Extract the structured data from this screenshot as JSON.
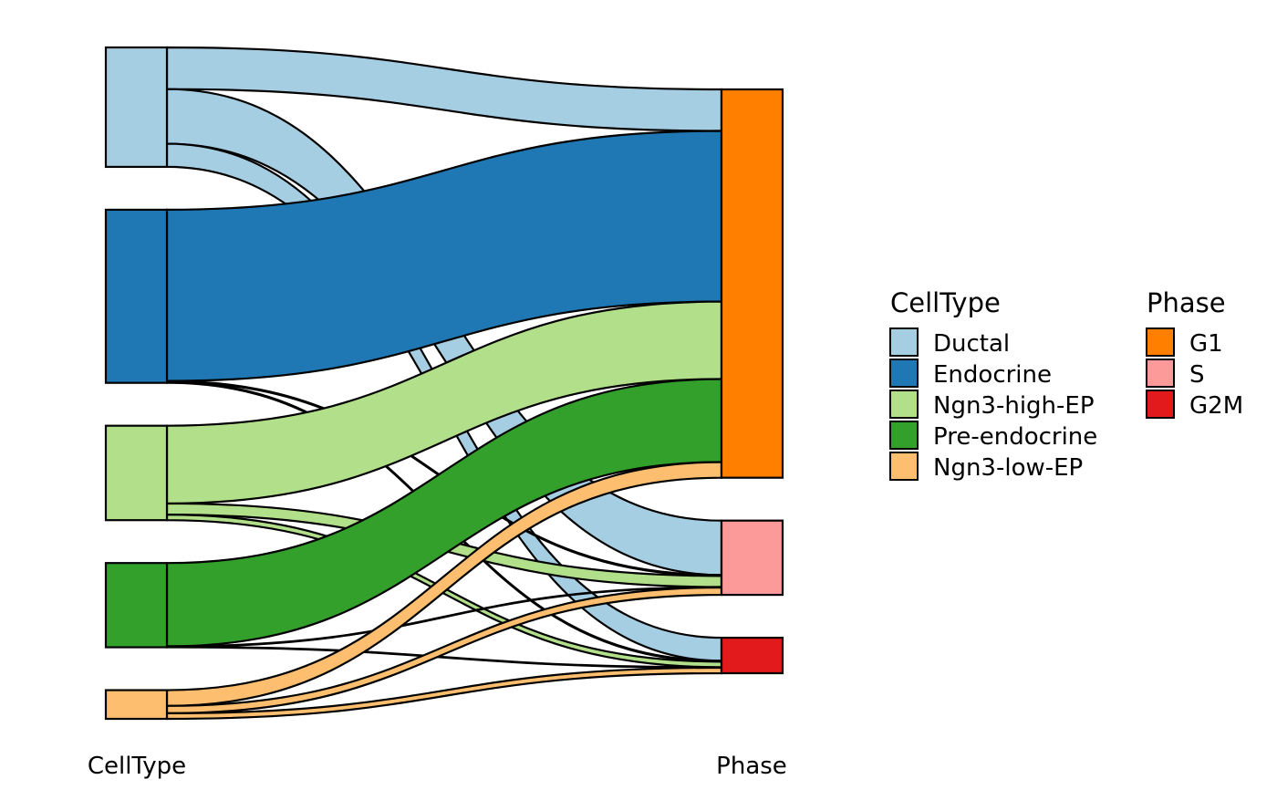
{
  "chart_data": {
    "type": "sankey",
    "axes": [
      "CellType",
      "Phase"
    ],
    "nodes": {
      "CellType": [
        {
          "name": "Ductal",
          "color": "#a6cee3"
        },
        {
          "name": "Endocrine",
          "color": "#1f78b4"
        },
        {
          "name": "Ngn3-high-EP",
          "color": "#b2df8a"
        },
        {
          "name": "Pre-endocrine",
          "color": "#33a02c"
        },
        {
          "name": "Ngn3-low-EP",
          "color": "#fdbf6f"
        }
      ],
      "Phase": [
        {
          "name": "G1",
          "color": "#ff7f00"
        },
        {
          "name": "S",
          "color": "#fb9a99"
        },
        {
          "name": "G2M",
          "color": "#e31a1c"
        }
      ]
    },
    "flows": [
      {
        "from": "Ductal",
        "to": "G1",
        "value": 4.5
      },
      {
        "from": "Ductal",
        "to": "S",
        "value": 5.9
      },
      {
        "from": "Ductal",
        "to": "G2M",
        "value": 2.5
      },
      {
        "from": "Endocrine",
        "to": "G1",
        "value": 18.5
      },
      {
        "from": "Endocrine",
        "to": "S",
        "value": 0.1
      },
      {
        "from": "Endocrine",
        "to": "G2M",
        "value": 0.1
      },
      {
        "from": "Ngn3-high-EP",
        "to": "G1",
        "value": 8.4
      },
      {
        "from": "Ngn3-high-EP",
        "to": "S",
        "value": 1.2
      },
      {
        "from": "Ngn3-high-EP",
        "to": "G2M",
        "value": 0.6
      },
      {
        "from": "Pre-endocrine",
        "to": "G1",
        "value": 9.0
      },
      {
        "from": "Pre-endocrine",
        "to": "S",
        "value": 0.05
      },
      {
        "from": "Pre-endocrine",
        "to": "G2M",
        "value": 0.05
      },
      {
        "from": "Ngn3-low-EP",
        "to": "G1",
        "value": 1.7
      },
      {
        "from": "Ngn3-low-EP",
        "to": "S",
        "value": 0.8
      },
      {
        "from": "Ngn3-low-EP",
        "to": "G2M",
        "value": 0.6
      }
    ],
    "legend": [
      {
        "title": "CellType",
        "items": [
          "Ductal",
          "Endocrine",
          "Ngn3-high-EP",
          "Pre-endocrine",
          "Ngn3-low-EP"
        ]
      },
      {
        "title": "Phase",
        "items": [
          "G1",
          "S",
          "G2M"
        ]
      }
    ],
    "legend_position": "right"
  }
}
